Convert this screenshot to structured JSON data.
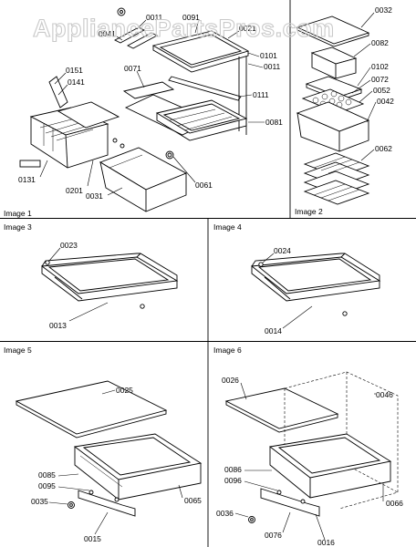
{
  "watermark": "AppliancePartsPros.com",
  "panels": [
    {
      "id": "image-1",
      "caption": "Image 1",
      "labels": [
        "0011",
        "0091",
        "0041",
        "0021",
        "0101",
        "0011",
        "0151",
        "0141",
        "0071",
        "0111",
        "0081",
        "0131",
        "0201",
        "0031",
        "0061"
      ]
    },
    {
      "id": "image-2",
      "caption": "Image 2",
      "labels": [
        "0032",
        "0082",
        "0102",
        "0072",
        "0052",
        "0042",
        "0062"
      ]
    },
    {
      "id": "image-3",
      "caption": "Image 3",
      "labels": [
        "0023",
        "0013"
      ]
    },
    {
      "id": "image-4",
      "caption": "Image 4",
      "labels": [
        "0024",
        "0014"
      ]
    },
    {
      "id": "image-5",
      "caption": "Image 5",
      "labels": [
        "0025",
        "0085",
        "0095",
        "0035",
        "0065",
        "0015"
      ]
    },
    {
      "id": "image-6",
      "caption": "Image 6",
      "labels": [
        "0026",
        "0046",
        "0086",
        "0096",
        "0036",
        "0076",
        "0016",
        "0066"
      ]
    }
  ]
}
